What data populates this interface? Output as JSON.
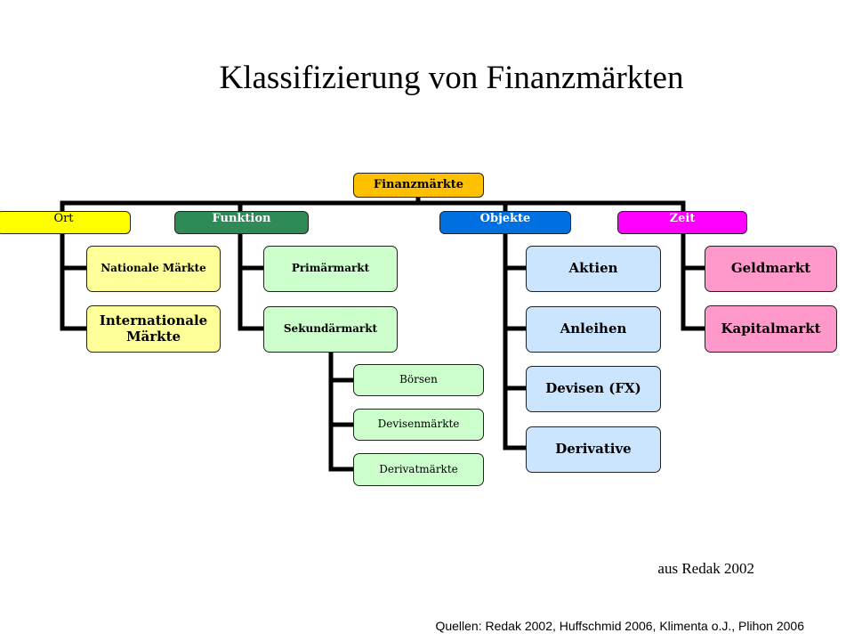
{
  "title": "Klassifizierung von Finanzmärkten",
  "root": "Finanzmärkte",
  "categories": {
    "ort": {
      "label": "Ort",
      "color": "#FFFF00",
      "text_color": "#000000",
      "items": [
        "Nationale Märkte",
        "Internationale Märkte"
      ],
      "item_color": "#FFFF99"
    },
    "funktion": {
      "label": "Funktion",
      "color": "#2E8B57",
      "text_color": "#FFFFFF",
      "items": [
        "Primärmarkt",
        "Sekundärmarkt"
      ],
      "item_color": "#CCFFCC",
      "sub_items": [
        "Börsen",
        "Devisenmärkte",
        "Derivatmärkte"
      ]
    },
    "objekte": {
      "label": "Objekte",
      "color": "#0070E0",
      "text_color": "#FFFFFF",
      "items": [
        "Aktien",
        "Anleihen",
        "Devisen (FX)",
        "Derivative"
      ],
      "item_color": "#CCE5FF"
    },
    "zeit": {
      "label": "Zeit",
      "color": "#FF00FF",
      "text_color": "#FFFFFF",
      "items": [
        "Geldmarkt",
        "Kapitalmarkt"
      ],
      "item_color": "#FF99CC"
    }
  },
  "note": "aus Redak 2002",
  "source": "Quellen: Redak 2002, Huffschmid 2006, Klimenta o.J., Plihon 2006"
}
